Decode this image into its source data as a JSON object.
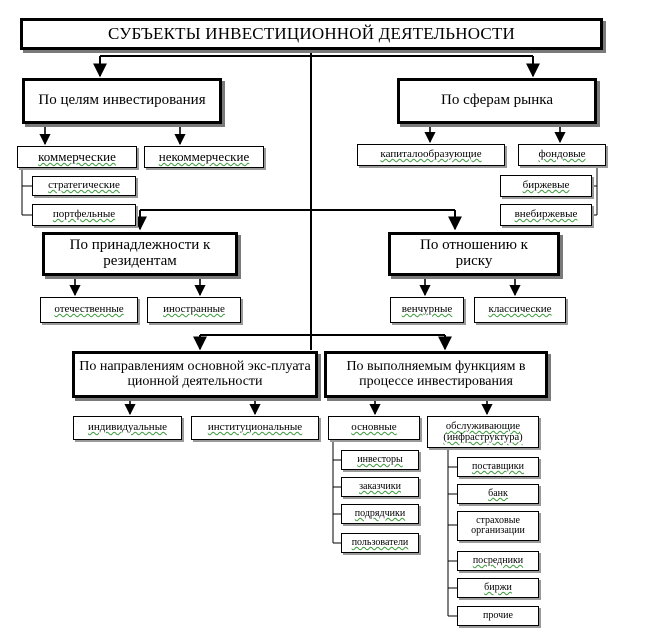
{
  "title": "СУБЪЕКТЫ ИНВЕСТИЦИОННОЙ ДЕЯТЕЛЬНОСТИ",
  "by_investment_goals": {
    "label": "По целям инвестирования",
    "items": [
      "коммерческие",
      "некоммерческие"
    ],
    "commercial_sub": [
      "стратегические",
      "портфельные"
    ]
  },
  "by_market_sphere": {
    "label": "По сферам рынка",
    "items": [
      "капиталообразующие",
      "фондовые"
    ],
    "stock_sub": [
      "биржевые",
      "внебиржевые"
    ]
  },
  "by_residency": {
    "label": "По принадлежности к резидентам",
    "items": [
      "отечественные",
      "иностранные"
    ]
  },
  "by_risk": {
    "label": "По отношению к риску",
    "items": [
      "венчурные",
      "классические"
    ]
  },
  "by_activity_direction": {
    "label": "По направлениям основной экс-плуатационной деятельности",
    "items": [
      "индивидуальные",
      "институциональные"
    ]
  },
  "by_functions": {
    "label": "По выполняемым функциям в процессе инвестирования",
    "main": {
      "label": "основные",
      "sub": [
        "инвесторы",
        "заказчики",
        "подрядчики",
        "пользователи"
      ]
    },
    "serving": {
      "label": "обслуживающие (инфраструктура)",
      "sub": [
        "поставщики",
        "банк",
        "страховые организации",
        "посредники",
        "биржи",
        "прочие"
      ]
    }
  }
}
